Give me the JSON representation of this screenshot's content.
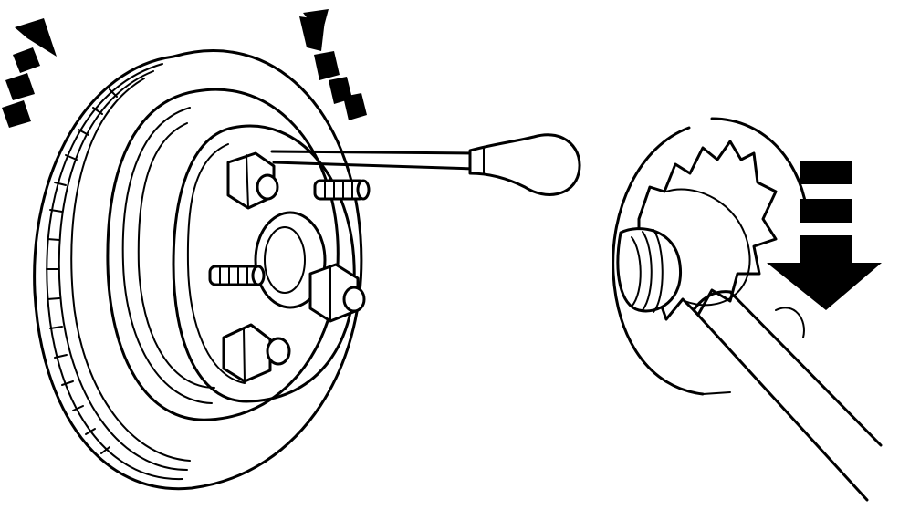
{
  "figure": {
    "colors": {
      "ink": "#000000",
      "paper": "#ffffff"
    },
    "icons": [
      "rotation-arrow-left-icon",
      "rotation-arrow-right-icon",
      "downward-arrow-icon"
    ],
    "components": [
      "brake-rotor",
      "hub",
      "lug-nut",
      "wheel-stud",
      "screwdriver",
      "adjuster-star-wheel",
      "adjuster-tool"
    ]
  }
}
